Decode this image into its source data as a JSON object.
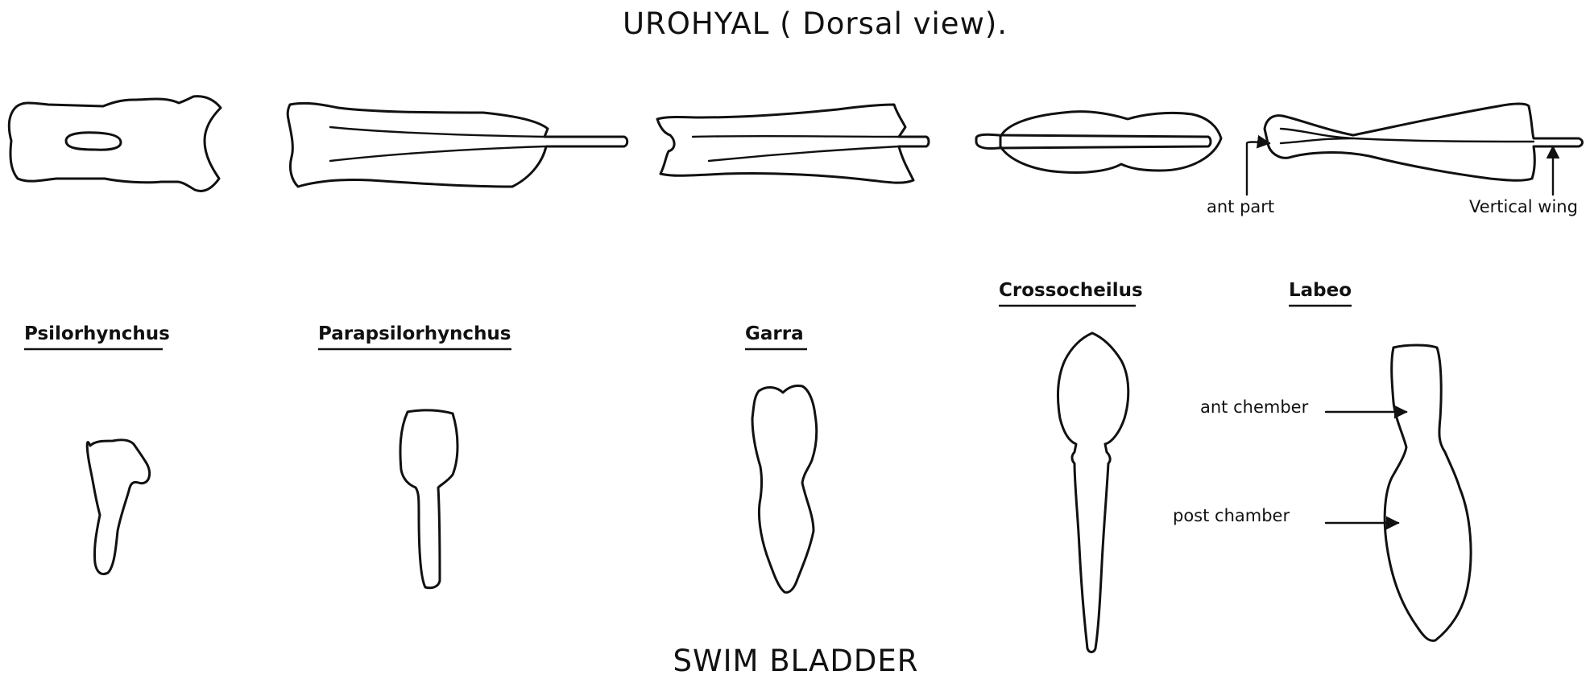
{
  "urohyal": {
    "title": "UROHYAL ( Dorsal view).",
    "labels": {
      "ant_part": "ant part",
      "vertical_wing": "Vertical wing"
    }
  },
  "swim_bladder": {
    "title": "SWIM BLADDER",
    "genera": [
      "Psilorhynchus",
      "Parapsilorhynchus",
      "Garra",
      "Crossocheilus",
      "Labeo"
    ],
    "labels": {
      "ant_chamber": "ant chember",
      "post_chamber": "post chamber"
    }
  }
}
